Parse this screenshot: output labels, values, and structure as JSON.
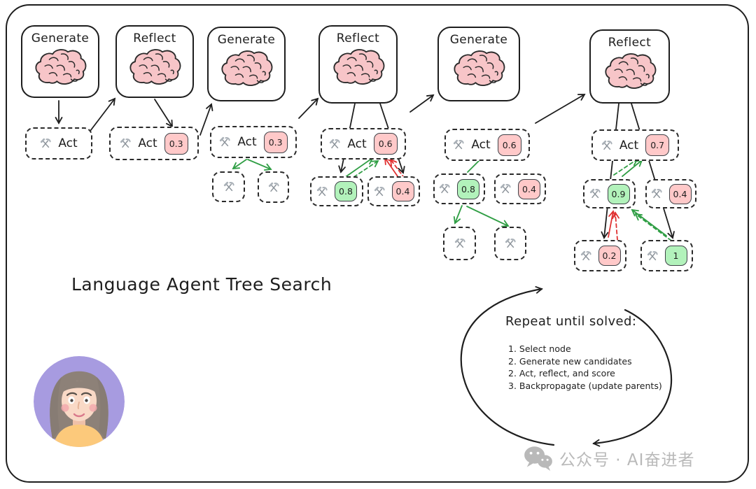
{
  "title": "Language Agent Tree Search",
  "columns": [
    {
      "phase": "Generate",
      "act_label": "Act"
    },
    {
      "phase": "Reflect",
      "act_label": "Act",
      "act_score": "0.3"
    },
    {
      "phase": "Generate",
      "act_label": "Act",
      "act_score": "0.3"
    },
    {
      "phase": "Reflect",
      "act_label": "Act",
      "act_score": "0.6",
      "children": [
        {
          "score": "0.8",
          "color": "green"
        },
        {
          "score": "0.4",
          "color": "pink"
        }
      ]
    },
    {
      "phase": "Generate",
      "act_label": "Act",
      "act_score": "0.6",
      "children": [
        {
          "score": "0.8",
          "color": "green"
        },
        {
          "score": "0.4",
          "color": "pink"
        }
      ]
    },
    {
      "phase": "Reflect",
      "act_label": "Act",
      "act_score": "0.7",
      "children": [
        {
          "score": "0.9",
          "color": "green"
        },
        {
          "score": "0.4",
          "color": "pink"
        }
      ],
      "grandchildren": [
        {
          "score": "0.2",
          "color": "pink"
        },
        {
          "score": "1",
          "color": "green"
        }
      ]
    }
  ],
  "loop_note": {
    "heading": "Repeat until solved:",
    "steps": [
      "1. Select node",
      "2. Generate new candidates",
      "2. Act, reflect, and score",
      "3. Backpropagate (update parents)"
    ]
  },
  "watermark": {
    "text": "公众号 · AI奋进者"
  },
  "icons": {
    "node_icon": "hammer-and-pick-icon",
    "phase_icon": "brain-icon",
    "watermark_icon": "wechat-icon",
    "corner_image": "woman-avatar"
  },
  "colors": {
    "node_pink": "#ffc9c9",
    "node_green": "#b2f2bb",
    "arrow_green": "#2f9e44",
    "arrow_red": "#e03131",
    "ink": "#1e1e1e",
    "watermark_gray": "#b9b9b9",
    "avatar_purple": "#a79be0"
  }
}
